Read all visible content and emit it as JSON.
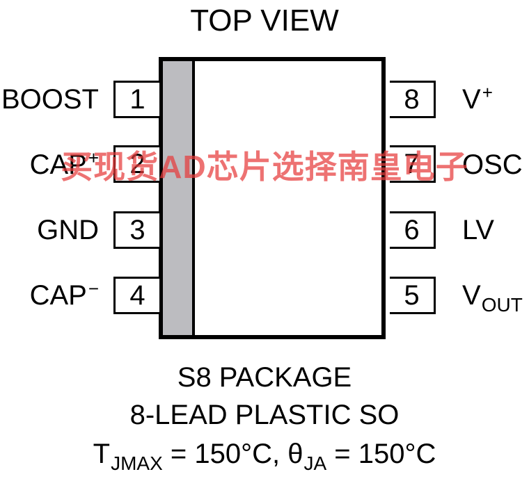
{
  "title": "TOP VIEW",
  "pins_left": [
    {
      "number": "1",
      "label": "BOOST",
      "sup": "",
      "sub": ""
    },
    {
      "number": "2",
      "label": "CAP",
      "sup": "+",
      "sub": ""
    },
    {
      "number": "3",
      "label": "GND",
      "sup": "",
      "sub": ""
    },
    {
      "number": "4",
      "label": "CAP",
      "sup": "−",
      "sub": ""
    }
  ],
  "pins_right": [
    {
      "number": "8",
      "label": "V",
      "sup": "+",
      "sub": ""
    },
    {
      "number": "7",
      "label": "OSC",
      "sup": "",
      "sub": ""
    },
    {
      "number": "6",
      "label": "LV",
      "sup": "",
      "sub": ""
    },
    {
      "number": "5",
      "label": "V",
      "sup": "",
      "sub": "OUT"
    }
  ],
  "package": {
    "line1": "S8 PACKAGE",
    "line2": "8-LEAD PLASTIC SO",
    "thermal": {
      "t_symbol": "T",
      "t_sub": "JMAX",
      "t_value": " = 150°C, ",
      "theta_symbol": "θ",
      "theta_sub": "JA",
      "theta_value": " = 150°C"
    }
  },
  "watermark": "买现货AD芯片选择南皇电子",
  "colors": {
    "chip_band": "#bcbcc0",
    "watermark": "#e63c3c"
  }
}
